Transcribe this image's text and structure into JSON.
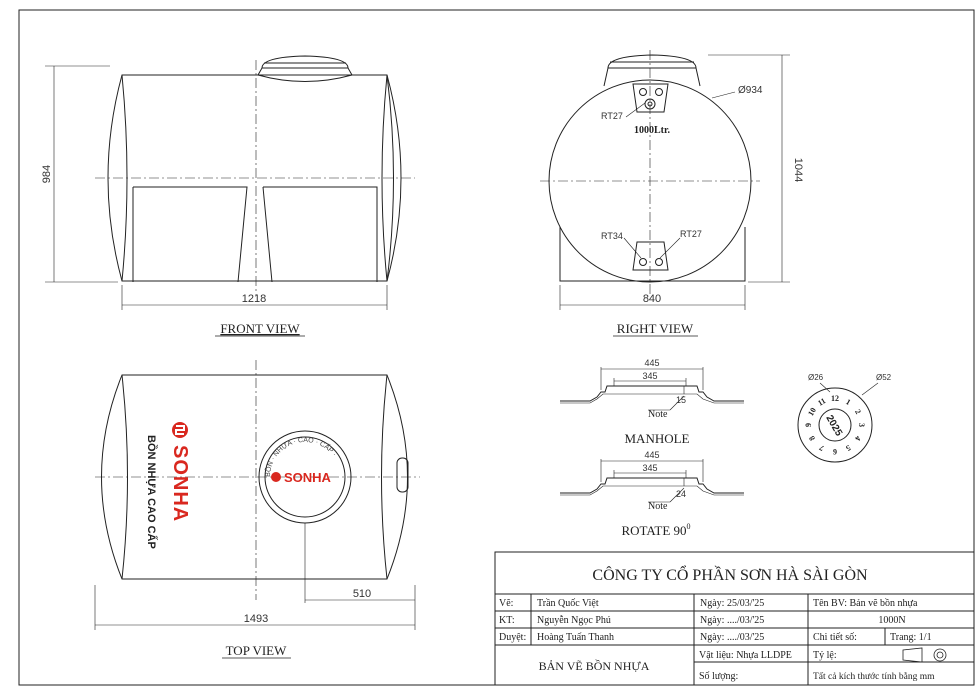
{
  "front_view": {
    "title": "FRONT VIEW",
    "dim_height": "984",
    "dim_width": "1218"
  },
  "right_view": {
    "title": "RIGHT VIEW",
    "dim_diameter": "Ø934",
    "dim_height": "1044",
    "dim_width": "840",
    "label_capacity": "1000Ltr.",
    "port_top": "RT27",
    "port_bottom_left": "RT34",
    "port_bottom_right": "RT27"
  },
  "top_view": {
    "title": "TOP VIEW",
    "dim_width": "1493",
    "dim_offset": "510",
    "brand": "SONHA",
    "slogan": "BỒN NHỰA CAO CẤP",
    "lid_ring_text": "BỒN · NHỰA · CAO · CẤP ·"
  },
  "manhole": {
    "title": "MANHOLE",
    "dim_outer": "445",
    "dim_inner": "345",
    "dim_depth": "15",
    "note": "Note"
  },
  "rotate": {
    "title_prefix": "ROTATE 90",
    "title_sup": "0",
    "dim_outer": "445",
    "dim_inner": "345",
    "dim_depth": "24",
    "note": "Note"
  },
  "date_stamp": {
    "dim_inner": "Ø26",
    "dim_outer": "Ø52",
    "year": "2025",
    "numbers": [
      "1",
      "2",
      "3",
      "4",
      "5",
      "6",
      "7",
      "8",
      "9",
      "10",
      "11",
      "12"
    ]
  },
  "title_block": {
    "company": "CÔNG TY CỔ PHẦN SƠN HÀ SÀI GÒN",
    "rows": [
      {
        "label": "Vẽ:",
        "name": "Trần Quốc Việt",
        "date": "Ngày: 25/03/'25"
      },
      {
        "label": "KT:",
        "name": "Nguyễn Ngọc Phú",
        "date": "Ngày: ..../03/'25"
      },
      {
        "label": "Duyệt:",
        "name": "Hoàng Tuấn Thanh",
        "date": "Ngày: ..../03/'25"
      }
    ],
    "drawing_name": "BẢN VẼ BỒN NHỰA",
    "drawing_title_label": "Tên BV: Bản vẽ bồn nhựa",
    "drawing_code": "1000N",
    "detail_no": "Chi tiết số:",
    "page": "Trang: 1/1",
    "material": "Vật liệu: Nhựa LLDPE",
    "scale": "Tỷ lệ:",
    "quantity": "Số lượng:",
    "unit_note": "Tất cả kích thước tính bằng mm"
  },
  "colors": {
    "line": "#222222",
    "brand_red": "#d9281f",
    "dim": "#333333"
  }
}
